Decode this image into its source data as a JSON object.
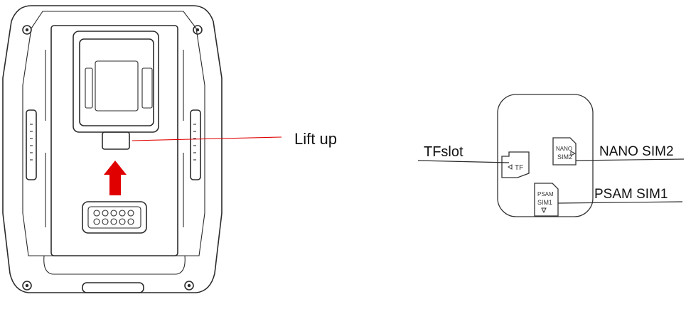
{
  "device_view": {
    "callout_label": "Lift up",
    "arrow_color": "#e00000",
    "leader_color": "#e00000"
  },
  "slot_panel": {
    "labels": {
      "tf_slot": "TFslot",
      "nano_sim2": "NANO SIM2",
      "psam_sim1": "PSAM SIM1"
    },
    "card_markings": {
      "tf": "TF",
      "nano_line1": "NANO",
      "nano_line2": "SIM2",
      "psam_line1": "PSAM",
      "psam_line2": "SIM1"
    }
  }
}
